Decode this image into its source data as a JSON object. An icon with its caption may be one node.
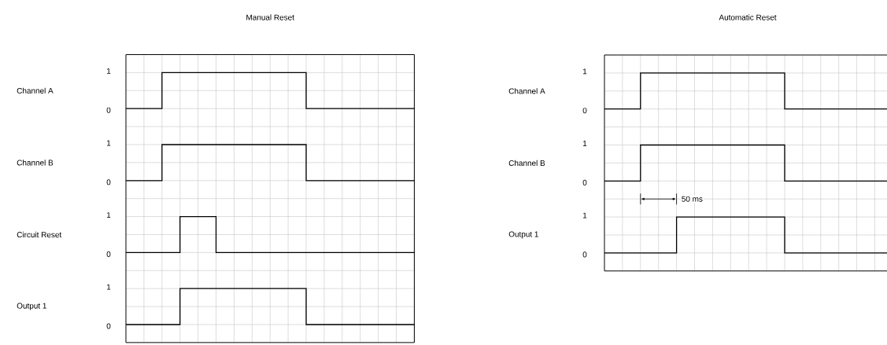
{
  "diagram": {
    "labels": [
      "Manual Reset",
      "Automatic Reset",
      "Channel A",
      "1",
      "0",
      "Channel B",
      "1",
      "0",
      "Circuit Reset",
      "1",
      "0",
      "Output 1",
      "1",
      "0",
      "Channel A",
      "1",
      "0",
      "Channel B",
      "1",
      "0",
      "50 ms",
      "Output 1",
      "1",
      "0"
    ]
  }
}
